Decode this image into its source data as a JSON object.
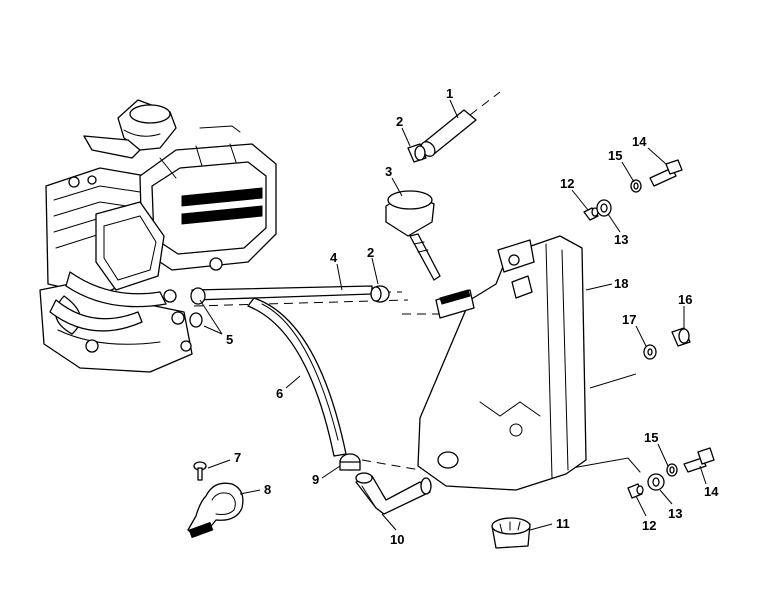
{
  "callouts": [
    {
      "id": "c1",
      "text": "1"
    },
    {
      "id": "c2a",
      "text": "2"
    },
    {
      "id": "c2b",
      "text": "2"
    },
    {
      "id": "c3",
      "text": "3"
    },
    {
      "id": "c4",
      "text": "4"
    },
    {
      "id": "c5",
      "text": "5"
    },
    {
      "id": "c6",
      "text": "6"
    },
    {
      "id": "c7",
      "text": "7"
    },
    {
      "id": "c8",
      "text": "8"
    },
    {
      "id": "c9",
      "text": "9"
    },
    {
      "id": "c10",
      "text": "10"
    },
    {
      "id": "c11",
      "text": "11"
    },
    {
      "id": "c12a",
      "text": "12"
    },
    {
      "id": "c12b",
      "text": "12"
    },
    {
      "id": "c13a",
      "text": "13"
    },
    {
      "id": "c13b",
      "text": "13"
    },
    {
      "id": "c14a",
      "text": "14"
    },
    {
      "id": "c14b",
      "text": "14"
    },
    {
      "id": "c15a",
      "text": "15"
    },
    {
      "id": "c15b",
      "text": "15"
    },
    {
      "id": "c16",
      "text": "16"
    },
    {
      "id": "c17",
      "text": "17"
    },
    {
      "id": "c18",
      "text": "18"
    }
  ]
}
